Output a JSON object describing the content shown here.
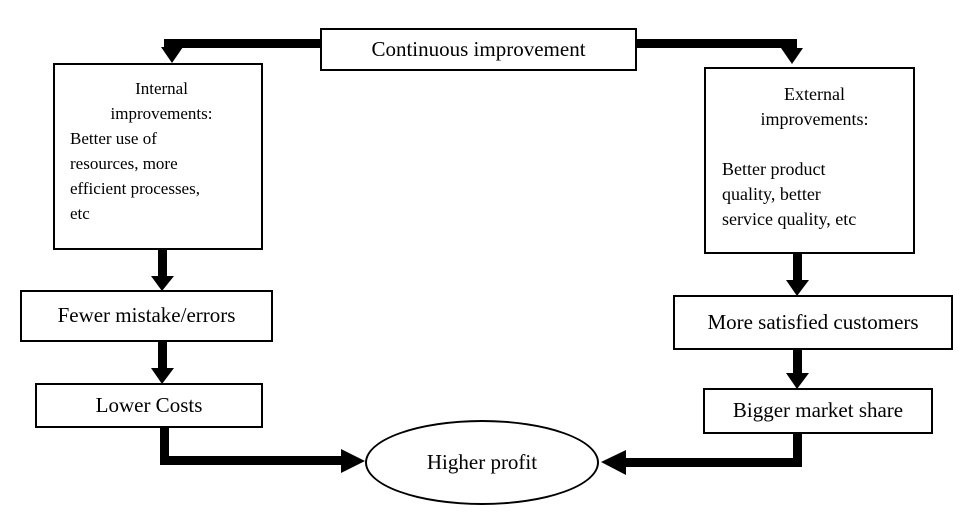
{
  "colors": {
    "line": "#000000",
    "text": "#000000",
    "background": "#ffffff"
  },
  "nodes": {
    "continuous": {
      "label": "Continuous improvement"
    },
    "internal": {
      "heading_lines": [
        "Internal",
        "improvements:"
      ],
      "body_lines": [
        "Better use of",
        "resources, more",
        "efficient processes,",
        "etc"
      ]
    },
    "external": {
      "heading_lines": [
        "External",
        "improvements:"
      ],
      "body_lines": [
        "Better product",
        "quality, better",
        "service quality, etc"
      ]
    },
    "fewer": {
      "label": "Fewer mistake/errors"
    },
    "lower": {
      "label": "Lower Costs"
    },
    "satisfied": {
      "label": "More satisfied customers"
    },
    "bigger": {
      "label": "Bigger market share"
    },
    "profit": {
      "label": "Higher profit"
    }
  }
}
